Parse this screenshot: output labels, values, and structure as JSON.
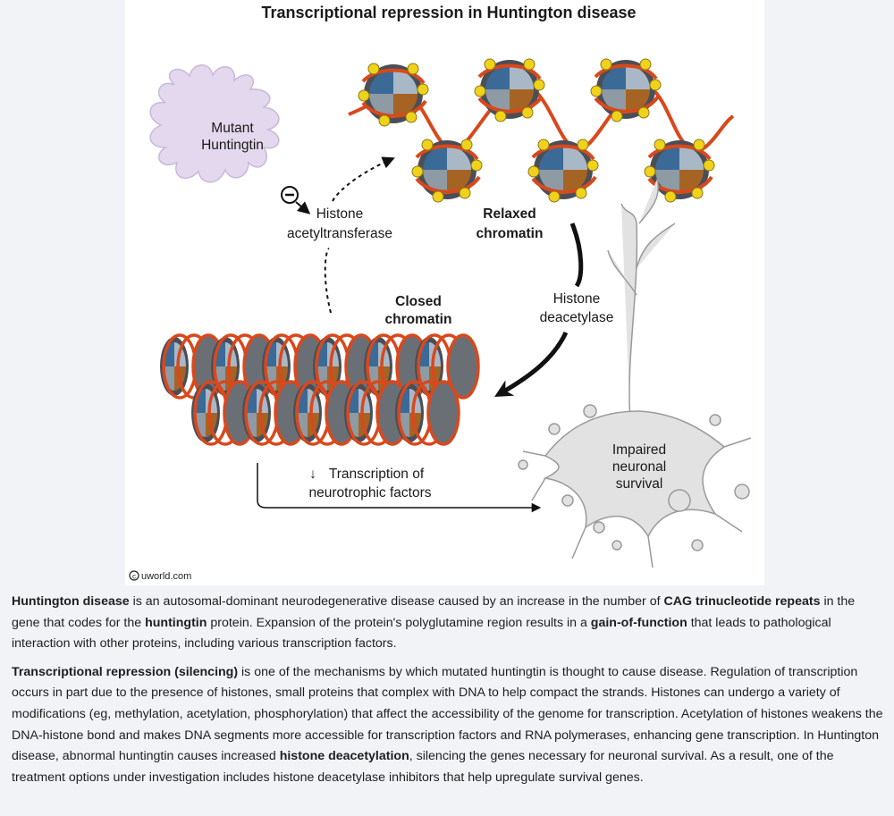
{
  "figure": {
    "title": "Transcriptional repression in Huntington disease",
    "copyright": "uworld.com",
    "labels": {
      "mutant_l1": "Mutant",
      "mutant_l2": "Huntingtin",
      "hat_l1": "Histone",
      "hat_l2": "acetyltransferase",
      "relaxed_l1": "Relaxed",
      "relaxed_l2": "chromatin",
      "closed_l1": "Closed",
      "closed_l2": "chromatin",
      "hdac_l1": "Histone",
      "hdac_l2": "deacetylase",
      "trans_arrow": "↓",
      "trans_l1": "Transcription of",
      "trans_l2": "neurotrophic factors",
      "impaired_l1": "Impaired",
      "impaired_l2": "neuronal",
      "impaired_l3": "survival"
    },
    "colors": {
      "dna": "#d9481c",
      "histone_dark": "#3c6a96",
      "histone_brown": "#a56424",
      "histone_gray": "#8e9aa4",
      "acetyl": "#f0d21c",
      "protein": "#e4d8ee",
      "neuron": "#e2e2e2"
    }
  },
  "text": {
    "p1": [
      {
        "b": true,
        "t": "Huntington disease"
      },
      {
        "b": false,
        "t": " is an autosomal-dominant neurodegenerative disease caused by an increase in the number of "
      },
      {
        "b": true,
        "t": "CAG trinucleotide repeats"
      },
      {
        "b": false,
        "t": " in the gene that codes for the "
      },
      {
        "b": true,
        "t": "huntingtin"
      },
      {
        "b": false,
        "t": " protein.  Expansion of the protein's polyglutamine region results in a "
      },
      {
        "b": true,
        "t": "gain-of-function"
      },
      {
        "b": false,
        "t": " that leads to pathological interaction with other proteins, including various transcription factors."
      }
    ],
    "p2": [
      {
        "b": true,
        "t": "Transcriptional repression (silencing)"
      },
      {
        "b": false,
        "t": " is one of the mechanisms by which mutated huntingtin is thought to cause disease.  Regulation of transcription occurs in part due to the presence of histones, small proteins that complex with DNA to help compact the strands.  Histones can undergo a variety of modifications (eg, methylation, acetylation, phosphorylation) that affect the accessibility of the genome for transcription.  Acetylation of histones weakens the DNA-histone bond and makes DNA segments more accessible for transcription factors and RNA polymerases, enhancing gene transcription.  In Huntington disease, abnormal huntingtin causes increased "
      },
      {
        "b": true,
        "t": "histone deacetylation"
      },
      {
        "b": false,
        "t": ", silencing the genes necessary for neuronal survival.  As a result, one of the treatment options under investigation includes histone deacetylase inhibitors that help upregulate survival genes."
      }
    ]
  }
}
